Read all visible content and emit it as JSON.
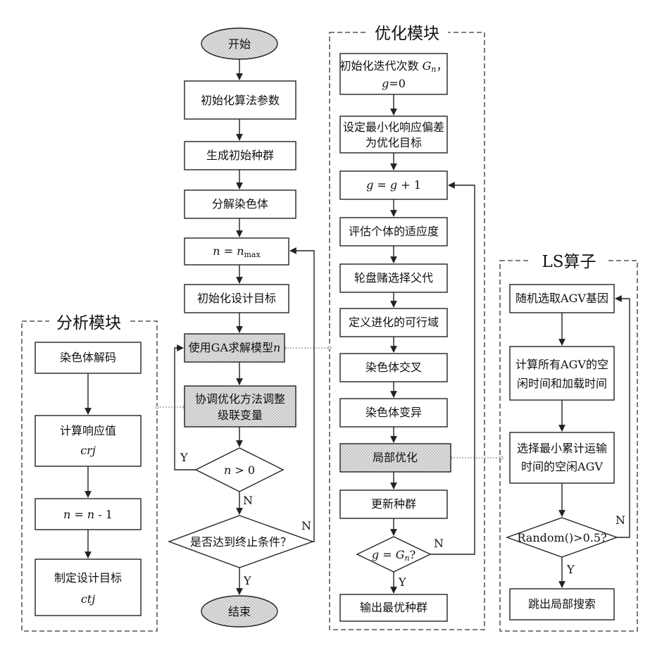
{
  "modules": {
    "analysis": "分析模块",
    "optimization": "优化模块",
    "ls": "LS算子"
  },
  "main": {
    "start": "开始",
    "init_params": "初始化算法参数",
    "gen_population": "生成初始种群",
    "decompose": "分解染色体",
    "n_assign": [
      "n",
      " = ",
      "n",
      "max"
    ],
    "init_target": "初始化设计目标",
    "ga_solve": [
      "使用GA求解模型",
      "n"
    ],
    "coord_adjust": [
      "协调优化方法调整",
      "级联变量"
    ],
    "n_gt_zero": [
      "n",
      " > 0"
    ],
    "termination": "是否达到终止条件？",
    "end": "结束"
  },
  "analysis": {
    "decode": "染色体解码",
    "response": [
      "计算响应值",
      "crj"
    ],
    "n_dec": [
      "n",
      " = ",
      "n",
      " - 1"
    ],
    "set_target": [
      "制定设计目标",
      "ctj"
    ]
  },
  "optimization": {
    "init_iter": [
      "初始化迭代次数 ",
      "G",
      "n",
      "，",
      "g",
      "=0"
    ],
    "set_goal": [
      "设定最小化响应偏差",
      "为优化目标"
    ],
    "g_inc": [
      "g",
      " = ",
      "g",
      " + 1"
    ],
    "fitness": "评估个体的适应度",
    "roulette": "轮盘赌选择父代",
    "feasible": "定义进化的可行域",
    "crossover": "染色体交叉",
    "mutation": "染色体变异",
    "local_opt": "局部优化",
    "update": "更新种群",
    "g_eq": [
      "g",
      " = ",
      "G",
      "n",
      "?"
    ],
    "output": "输出最优种群"
  },
  "ls": {
    "random_pick": "随机选取AGV基因",
    "calc_time": [
      "计算所有AGV的空",
      "闲时间和加载时间"
    ],
    "select_agv": [
      "选择最小累计运输",
      "时间的空闲AGV"
    ],
    "random_check": "Random()>0.5?",
    "exit": "跳出局部搜索"
  },
  "yn": {
    "yes": "Y",
    "no": "N"
  },
  "colors": {
    "shaded": "#d6d6d6",
    "stroke": "#222222"
  }
}
